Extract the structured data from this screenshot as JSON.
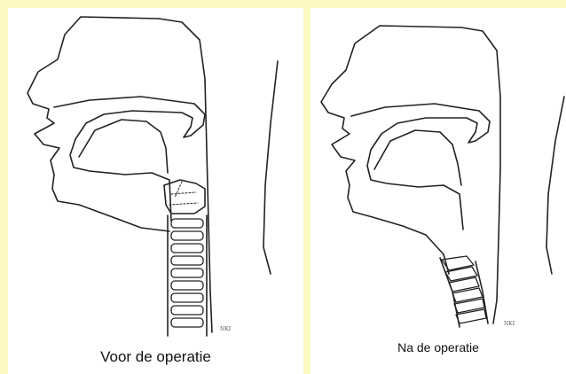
{
  "panels": [
    {
      "caption": "Voor de operatie",
      "signature": "NKI"
    },
    {
      "caption": "Na de operatie",
      "signature": "NKI"
    }
  ],
  "colors": {
    "background": "#fdf9c2",
    "panel": "#ffffff",
    "line": "#222222"
  }
}
